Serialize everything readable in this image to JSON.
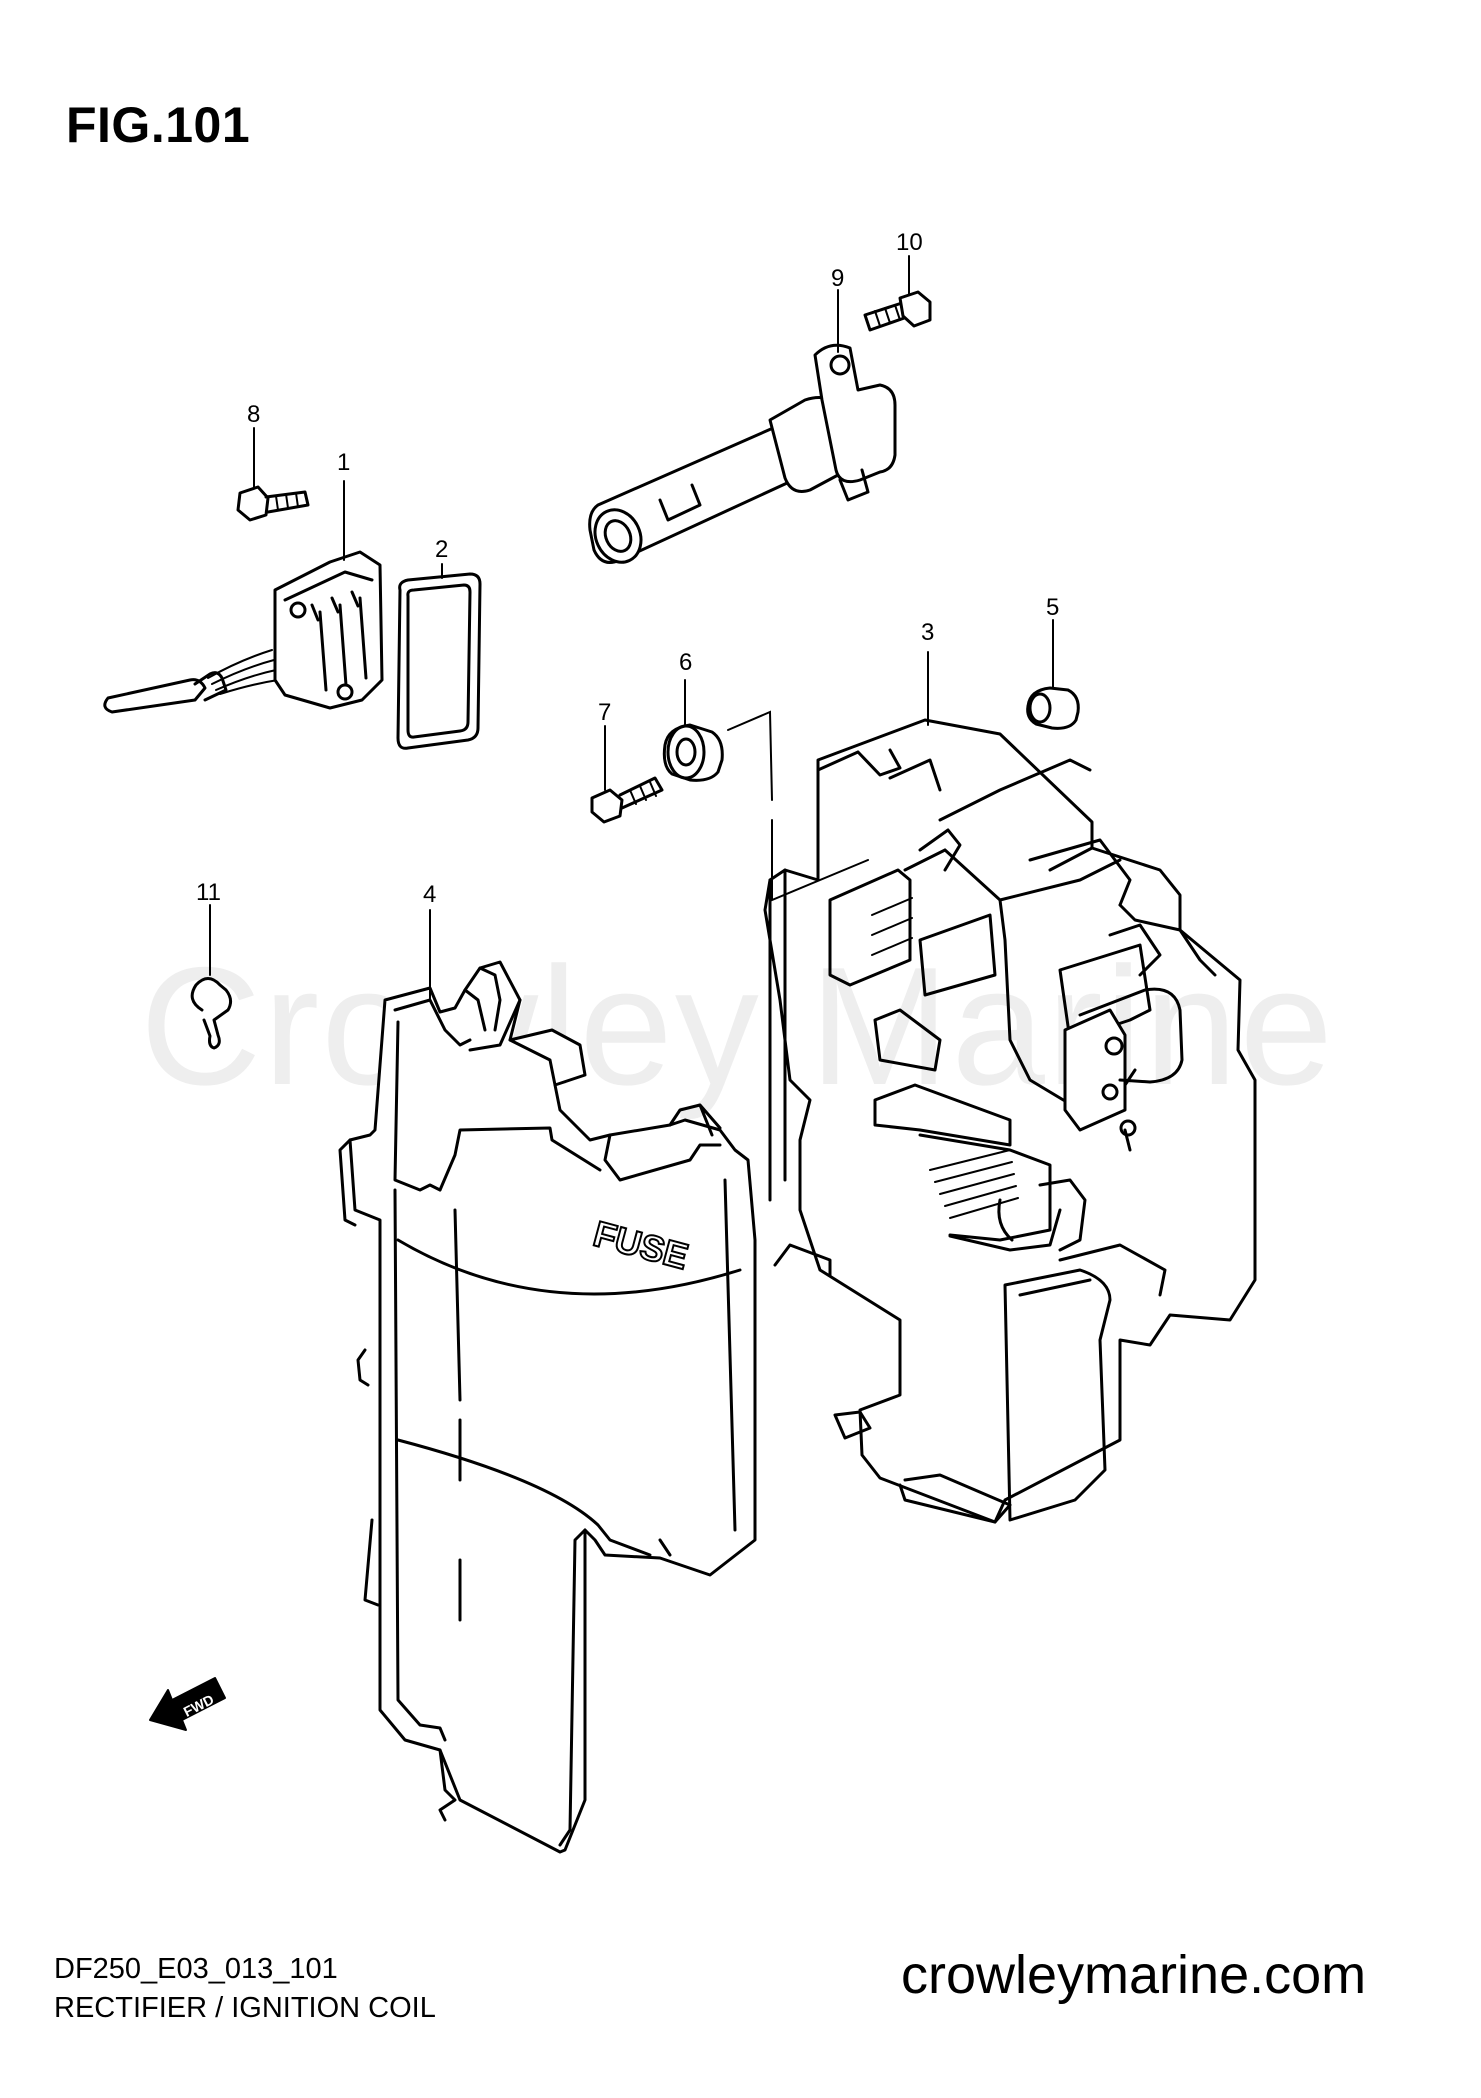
{
  "figure": {
    "title": "FIG.101"
  },
  "watermark": "Crowley Marine",
  "footer": {
    "code": "DF250_E03_013_101",
    "name": "RECTIFIER / IGNITION COIL"
  },
  "site": "crowleymarine.com",
  "fuse_label": "FUSE",
  "fwd_label": "FWD",
  "callouts": [
    "1",
    "2",
    "3",
    "4",
    "5",
    "6",
    "7",
    "8",
    "9",
    "10",
    "11"
  ]
}
